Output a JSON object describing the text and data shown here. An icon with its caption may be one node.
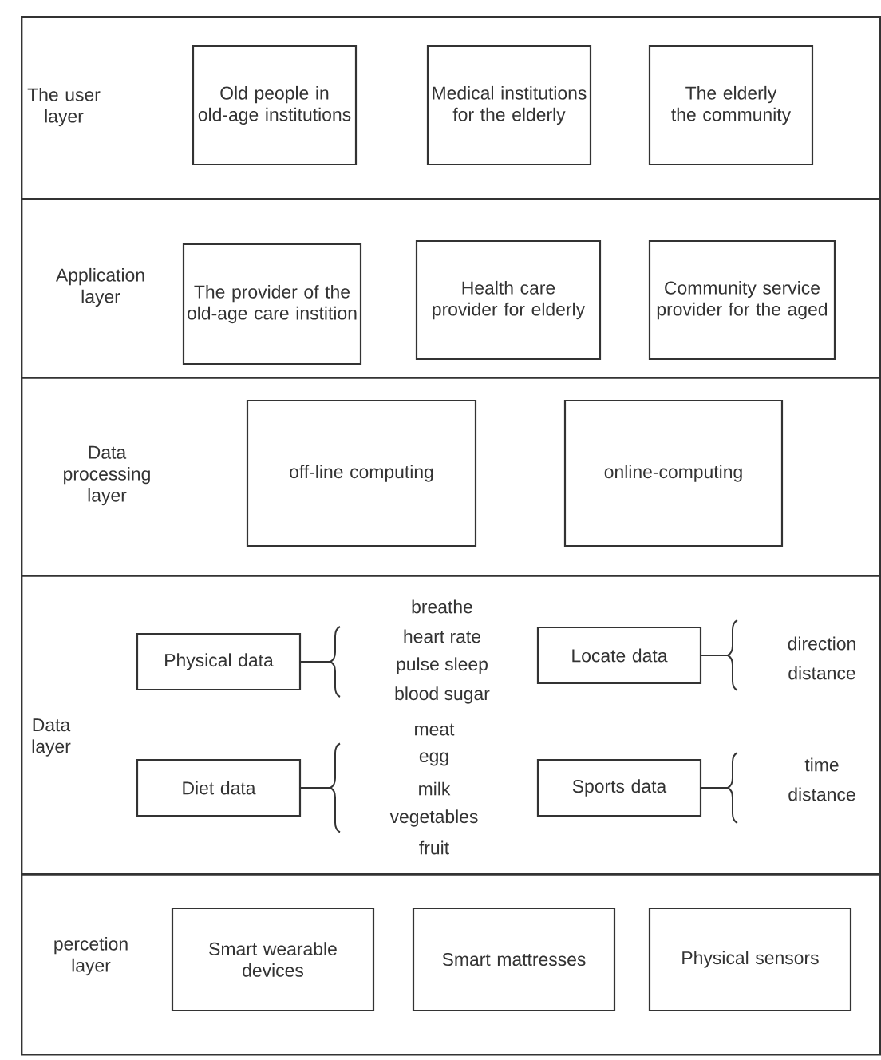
{
  "diagram": {
    "nodes": [
      {
        "text": [
          "The user layer"
        ]
      },
      {
        "text": [
          "Old people in old-age institutions"
        ],
        "in": 0
      },
      {
        "text": [
          "Medical institutions for the elderly"
        ],
        "in": 0
      },
      {
        "text": [
          "The elderly the community"
        ],
        "in": 0
      },
      {
        "text": [
          "Application layer"
        ]
      },
      {
        "text": [
          "The provider of the old-age care instition"
        ],
        "in": 4
      },
      {
        "text": [
          "Health care provider for elderly"
        ],
        "in": 4
      },
      {
        "text": [
          "Community service provider for the aged"
        ],
        "in": 4
      },
      {
        "text": [
          "Data processing layer"
        ]
      },
      {
        "text": [
          "off-line computing"
        ],
        "in": 8
      },
      {
        "text": [
          "online-computing"
        ],
        "in": 8
      },
      {
        "text": [
          "Data layer"
        ]
      },
      {
        "text": [
          "Physical data"
        ],
        "in": 11,
        "beside": [
          "breathe",
          "heart rate",
          "pulse sleep",
          "blood sugar"
        ]
      },
      {
        "text": [
          "Locate data"
        ],
        "in": 11,
        "beside": [
          "direction",
          "distance"
        ]
      },
      {
        "text": [
          "Diet data"
        ],
        "in": 11,
        "beside": [
          "meat",
          "egg",
          "milk",
          "vegetables",
          "fruit"
        ]
      },
      {
        "text": [
          "Sports data"
        ],
        "in": 11,
        "beside": [
          "time",
          "distance"
        ]
      },
      {
        "text": [
          "percetion layer"
        ]
      },
      {
        "text": [
          "Smart wearable devices"
        ],
        "in": 16
      },
      {
        "text": [
          "Smart mattresses"
        ],
        "in": 16
      },
      {
        "text": [
          "Physical sensors"
        ],
        "in": 16
      }
    ]
  }
}
